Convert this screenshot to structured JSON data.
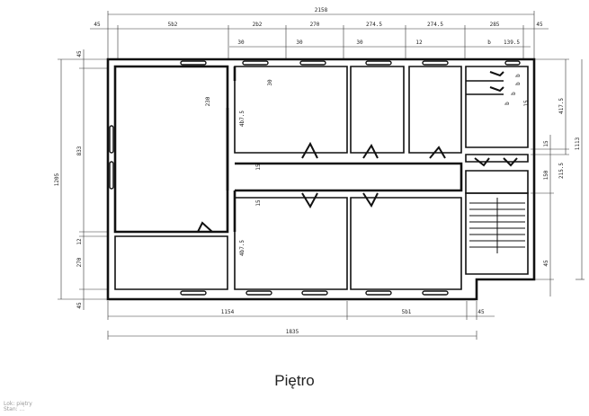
{
  "title": "Piętro",
  "watermark": [
    "Lok: piętry",
    "Stan: ..."
  ],
  "dimensions": {
    "top_overall": "2158",
    "top_segments": [
      "45",
      "5b2",
      "2b2",
      "270",
      "274.5",
      "274.5",
      "285",
      "45"
    ],
    "top_inner": [
      "30",
      "30",
      "30",
      "12",
      "b",
      "139.5"
    ],
    "left_overall": "1205",
    "left_segments": [
      "45",
      "833",
      "12",
      "270",
      "45"
    ],
    "bottom_segments": [
      "1154",
      "5b1",
      "45"
    ],
    "bottom_overall": "1835",
    "right_segments": [
      "417.5",
      "15",
      "150",
      "215.5",
      "45"
    ],
    "right_overall": "1113",
    "interior": [
      "230",
      "4b7.5",
      "30",
      "15",
      "15",
      "4b7.5",
      "b",
      "b",
      "b",
      "b",
      "15"
    ]
  },
  "colors": {
    "wall": "#111111",
    "dim_line": "#333333",
    "background": "#ffffff"
  }
}
